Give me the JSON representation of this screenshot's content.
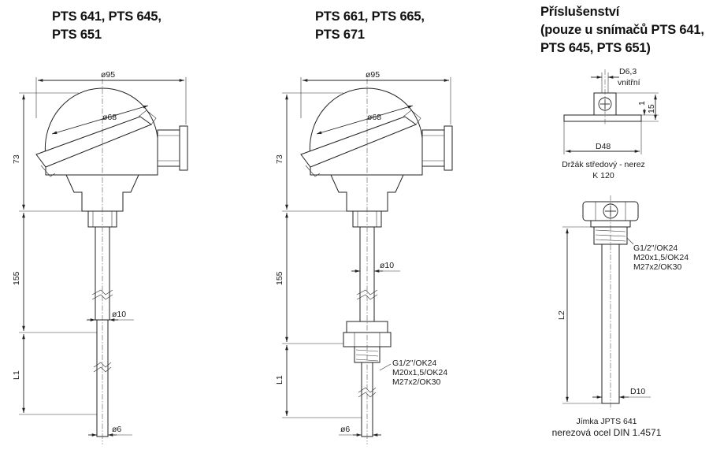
{
  "headings": {
    "left": [
      "PTS 641, PTS 645,",
      "PTS 651"
    ],
    "middle": [
      "PTS 661, PTS 665,",
      "PTS 671"
    ],
    "right": [
      "Příslušenství",
      "(pouze u snímačů PTS 641,",
      "PTS 645, PTS 651)"
    ]
  },
  "left_drawing": {
    "dia_head": "ø95",
    "dia_cap": "ø68",
    "height_head": "73",
    "length_stem": "155",
    "length_l1": "L1",
    "dia_stem": "ø10",
    "dia_tip": "ø6"
  },
  "middle_drawing": {
    "dia_head": "ø95",
    "dia_cap": "ø68",
    "height_head": "73",
    "length_stem": "155",
    "length_l1": "L1",
    "dia_stem": "ø10",
    "dia_tip": "ø6",
    "threads": [
      "G1/2\"/OK24",
      "M20x1,5/OK24",
      "M27x2/OK30"
    ]
  },
  "holder": {
    "bore_label": "D6,3",
    "bore_note": "vnitřní",
    "dim_1": "1",
    "dim_15": "15",
    "width_label": "D48",
    "caption": [
      "Držák středový - nerez",
      "K 120"
    ]
  },
  "well": {
    "threads": [
      "G1/2\"/OK24",
      "M20x1,5/OK24",
      "M27x2/OK30"
    ],
    "length_label": "L2",
    "dia_label": "D10",
    "caption": "Jímka JPTS 641",
    "material": "nerezová ocel DIN 1.4571"
  }
}
